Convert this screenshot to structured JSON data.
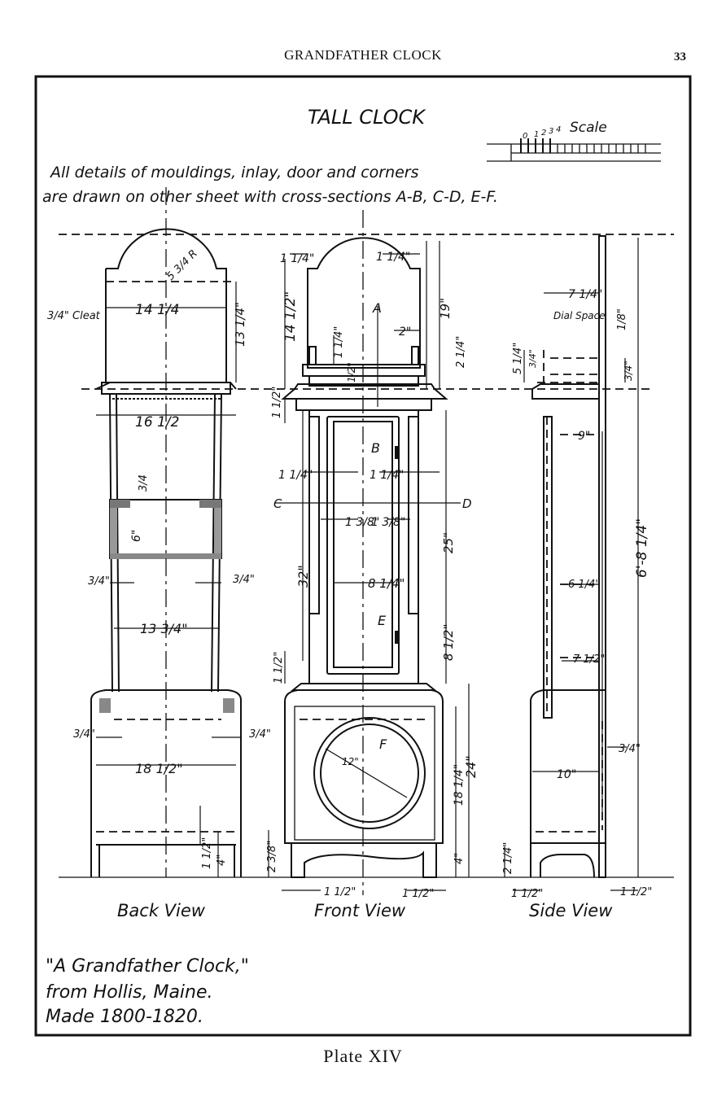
{
  "page": {
    "running_head": "GRANDFATHER CLOCK",
    "page_number": "33",
    "plate_caption": "Plate XIV"
  },
  "drawing": {
    "title": "TALL CLOCK",
    "scale_label": "Scale",
    "scale_ticks": [
      "0",
      "1",
      "2",
      "3",
      "4"
    ],
    "note_line_1": "All details of mouldings, inlay, door and corners",
    "note_line_2": "are drawn on other sheet with cross-sections A-B, C-D, E-F.",
    "section_letters": [
      "A",
      "B",
      "C",
      "D",
      "E",
      "F"
    ],
    "views": {
      "back": "Back View",
      "front": "Front View",
      "side": "Side View"
    },
    "attribution": [
      "\"A Grandfather Clock,\"",
      "from Hollis, Maine.",
      "Made 1800-1820."
    ],
    "back_dims": {
      "cleat": "3/4\" Cleat",
      "hood_radius": "5 3/4 R",
      "hood_width": "14 1/4",
      "hood_height": "13 1/4\"",
      "cornice_width": "16 1/2",
      "rail_height": "3/4",
      "shelf_height": "6\"",
      "side_left": "3/4\"",
      "side_right": "3/4\"",
      "waist_width": "13 3/4\"",
      "base_left": "3/4\"",
      "base_right": "3/4\"",
      "base_width": "18 1/2\"",
      "foot_a": "1 1/2\"",
      "foot_b": "4\""
    },
    "front_dims": {
      "hood_left": "1 1/4\"",
      "hood_right": "1 1/4\"",
      "hood_height": "14 1/2\"",
      "arch_height": "19\"",
      "dial_offset": "2\"",
      "pillar": "1 1/4\"",
      "top_rail": "2 1/4\"",
      "cap": "1/2\"",
      "cornice_moulding": "1 1/2\"",
      "waist_left": "1 1/4\"",
      "waist_center": "1 1/4\"",
      "door_left": "1 3/8\"",
      "door_right": "1 3/8\"",
      "door_height": "25\"",
      "waist_height": "32\"",
      "door_width": "8 1/4\"",
      "lower_height": "8 1/2\"",
      "waist_moulding": "1 1/2\"",
      "dial_radius": "12\"",
      "base_height": "24\"",
      "base_panel": "18 1/4\"",
      "plinth": "4\"",
      "foot_height": "2 3/8\"",
      "foot_left": "1 1/2\"",
      "foot_right": "1 1/2\""
    },
    "side_dims": {
      "hood_depth": "7 1/4\"",
      "dial_space": "Dial Space",
      "dial_space_dim": "1/8\"",
      "hood_rail": "5 1/4\"",
      "hood_rail_b": "3/4\"",
      "cornice_b": "3/4\"",
      "waist_depth": "9\"",
      "overall_height": "6'-8 1/4\"",
      "inner": "6 1/4\"",
      "inner_b": "7 1/2\"",
      "base_depth": "10\"",
      "base_side": "3/4\"",
      "foot_height": "2 1/4\"",
      "foot_left": "1 1/2\"",
      "foot_right": "1 1/2\""
    }
  },
  "colors": {
    "ink": "#111111",
    "paper": "#ffffff"
  }
}
